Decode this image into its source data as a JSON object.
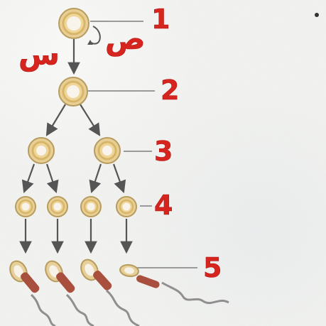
{
  "diagram": {
    "stage_labels": [
      "1",
      "2",
      "3",
      "4",
      "5"
    ],
    "chromosome_label_left": "س",
    "chromosome_label_right": "ص",
    "colors": {
      "label_red": "#d6241f",
      "cell_outer": "#e3c98f",
      "cell_ring": "#d9b46a",
      "cell_center": "#f7f3ea",
      "arrow": "#555555",
      "leader_line": "#9a9a9a",
      "sperm_tail": "#8f8f8f",
      "sperm_midpiece": "#a84f3d"
    }
  }
}
